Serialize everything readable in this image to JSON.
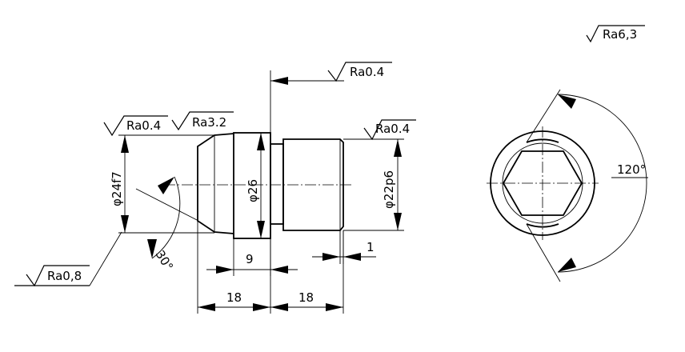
{
  "roughness": {
    "general": "Ra6,3",
    "shoulder_face": "Ra0.4",
    "left_journal": "Ra0.4",
    "left_chamfer": "Ra3.2",
    "right_journal": "Ra0.4",
    "cone": "Ra0,8"
  },
  "dimensions": {
    "dia_left": "φ24f7",
    "dia_collar": "φ26",
    "dia_right": "φ22p6",
    "angle_cone": "30°",
    "angle_hex": "120°",
    "len_collar": "9",
    "len_relief": "1",
    "len_left": "18",
    "len_right": "18"
  }
}
